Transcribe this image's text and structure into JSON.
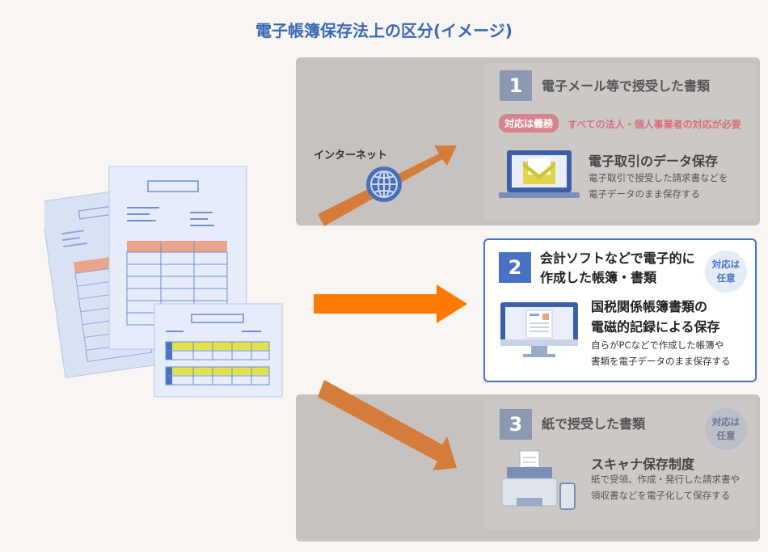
{
  "title": "電子帳簿保存法上の区分(イメージ)",
  "internet_label": "インターネット",
  "colors": {
    "accent_blue": "#4a72c4",
    "arrow_orange": "#ff7a00",
    "arrow_faded": "#d47d3a",
    "required_pink": "#d8848d"
  },
  "sections": [
    {
      "number": "1",
      "heading": "電子メール等で授受した書類",
      "requirement_tag": "対応は義務",
      "requirement_note": "すべての法人・個人事業者の対応が必要",
      "category": "電子取引のデータ保存",
      "description_lines": [
        "電子取引で授受した請求書などを",
        "電子データのまま保存する"
      ],
      "icon": "laptop-mail-icon"
    },
    {
      "number": "2",
      "heading_lines": [
        "会計ソフトなどで電子的に",
        "作成した帳簿・書類"
      ],
      "badge_lines": [
        "対応は",
        "任意"
      ],
      "category_lines": [
        "国税関係帳簿書類の",
        "電磁的記録による保存"
      ],
      "description_lines": [
        "自らがPCなどで作成した帳簿や",
        "書類を電子データのまま保存する"
      ],
      "icon": "desktop-monitor-icon"
    },
    {
      "number": "3",
      "heading": "紙で授受した書類",
      "badge_lines": [
        "対応は",
        "任意"
      ],
      "category": "スキャナ保存制度",
      "description_lines": [
        "紙で受領、作成・発行した請求書や",
        "領収書などを電子化して保存する"
      ],
      "icon": "scanner-phone-icon"
    }
  ]
}
